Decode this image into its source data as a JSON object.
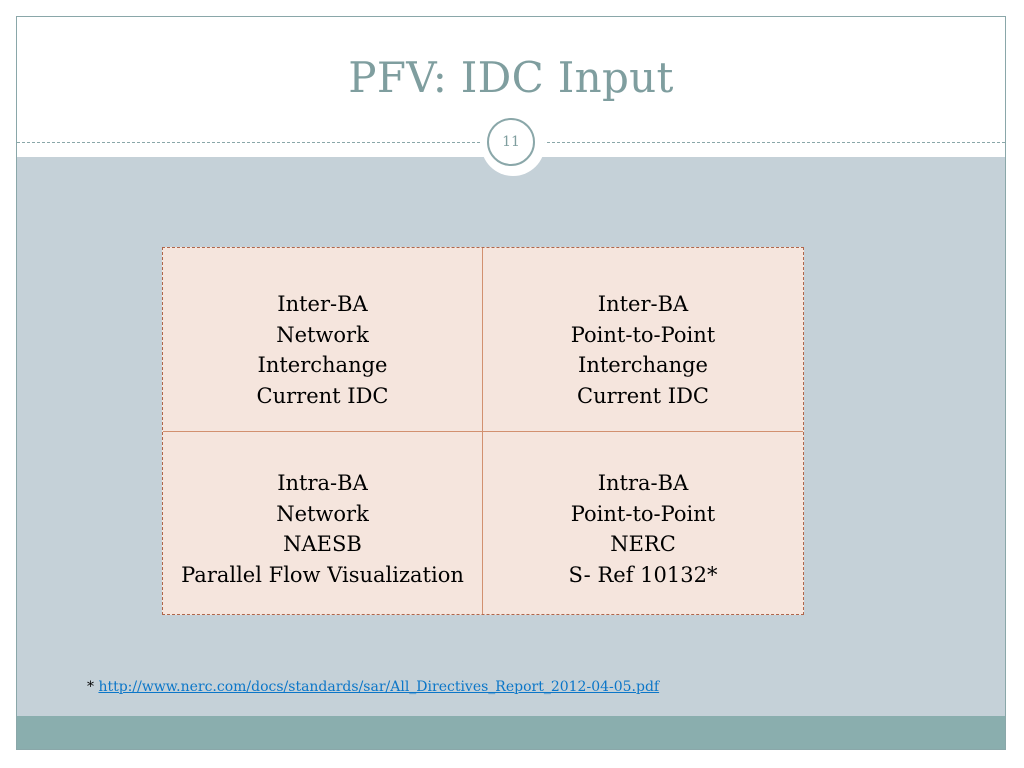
{
  "slide": {
    "title": "PFV: IDC Input",
    "page_number": "11"
  },
  "grid": {
    "cells": [
      {
        "lines": [
          "Inter-BA",
          "Network",
          "Interchange",
          "Current IDC"
        ]
      },
      {
        "lines": [
          "Inter-BA",
          "Point-to-Point",
          "Interchange",
          "Current IDC"
        ]
      },
      {
        "lines": [
          "Intra-BA",
          "Network",
          "NAESB",
          "Parallel Flow Visualization"
        ]
      },
      {
        "lines": [
          "Intra-BA",
          "Point-to-Point",
          "NERC",
          "S- Ref 10132*"
        ]
      }
    ]
  },
  "footnote": {
    "marker": "*",
    "link_text": "http://www.nerc.com/docs/standards/sar/All_Directives_Report_2012-04-05.pdf"
  },
  "colors": {
    "title": "#7f9e9f",
    "content_background": "#c5d1d8",
    "footer_bar": "#8aaeae",
    "cell_fill": "#f5e5dd",
    "cell_border": "#d2906f",
    "link": "#0b76c8"
  }
}
